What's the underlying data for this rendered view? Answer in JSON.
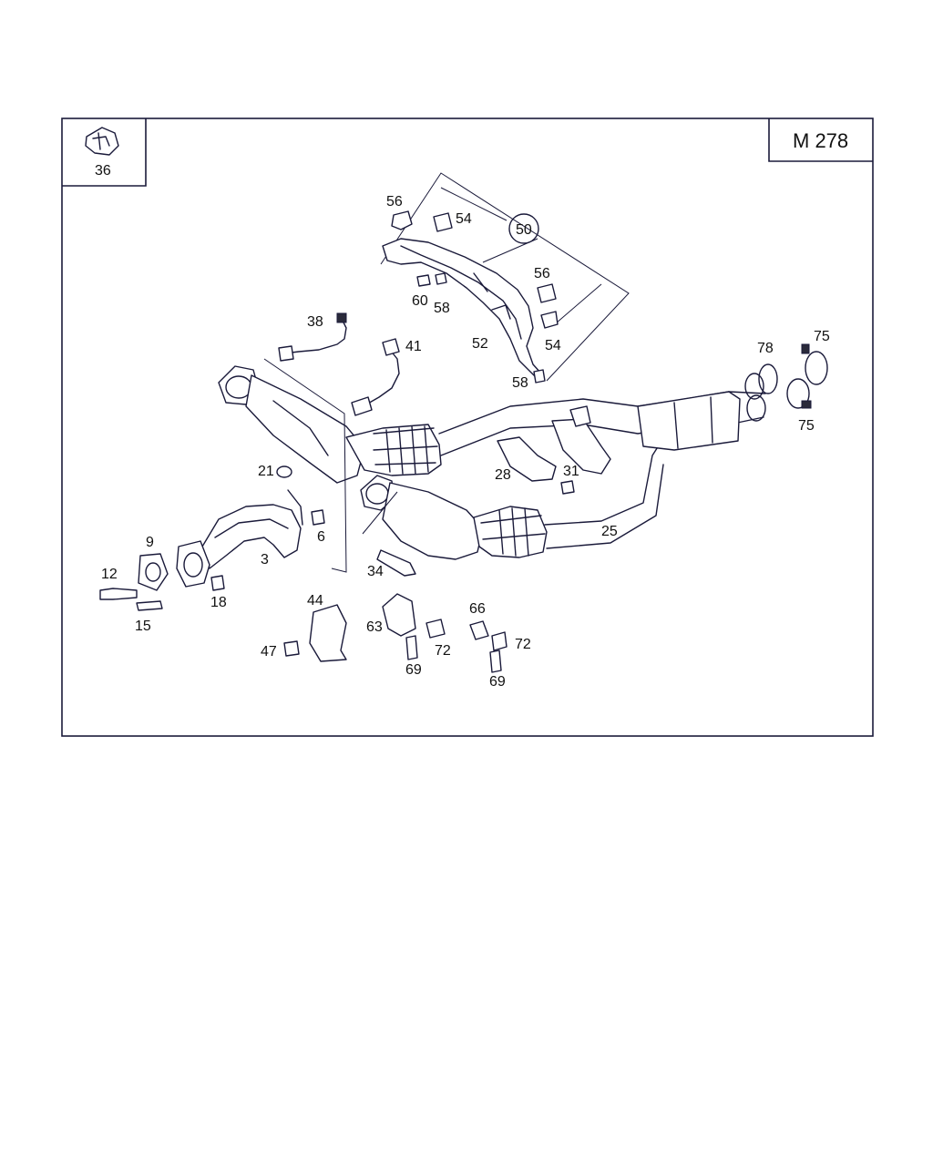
{
  "model_label": "M 278",
  "inset_part": "36",
  "callouts": {
    "p56a": "56",
    "p54a": "54",
    "p50": "50",
    "p60": "60",
    "p58a": "58",
    "p56b": "56",
    "p54b": "54",
    "p52": "52",
    "p58b": "58",
    "p38": "38",
    "p41": "41",
    "p78": "78",
    "p75a": "75",
    "p75b": "75",
    "p21": "21",
    "p28": "28",
    "p31": "31",
    "p6": "6",
    "p9": "9",
    "p3": "3",
    "p25": "25",
    "p12": "12",
    "p18": "18",
    "p34": "34",
    "p15": "15",
    "p44": "44",
    "p63": "63",
    "p66": "66",
    "p72a": "72",
    "p72b": "72",
    "p47": "47",
    "p69a": "69",
    "p69b": "69"
  }
}
